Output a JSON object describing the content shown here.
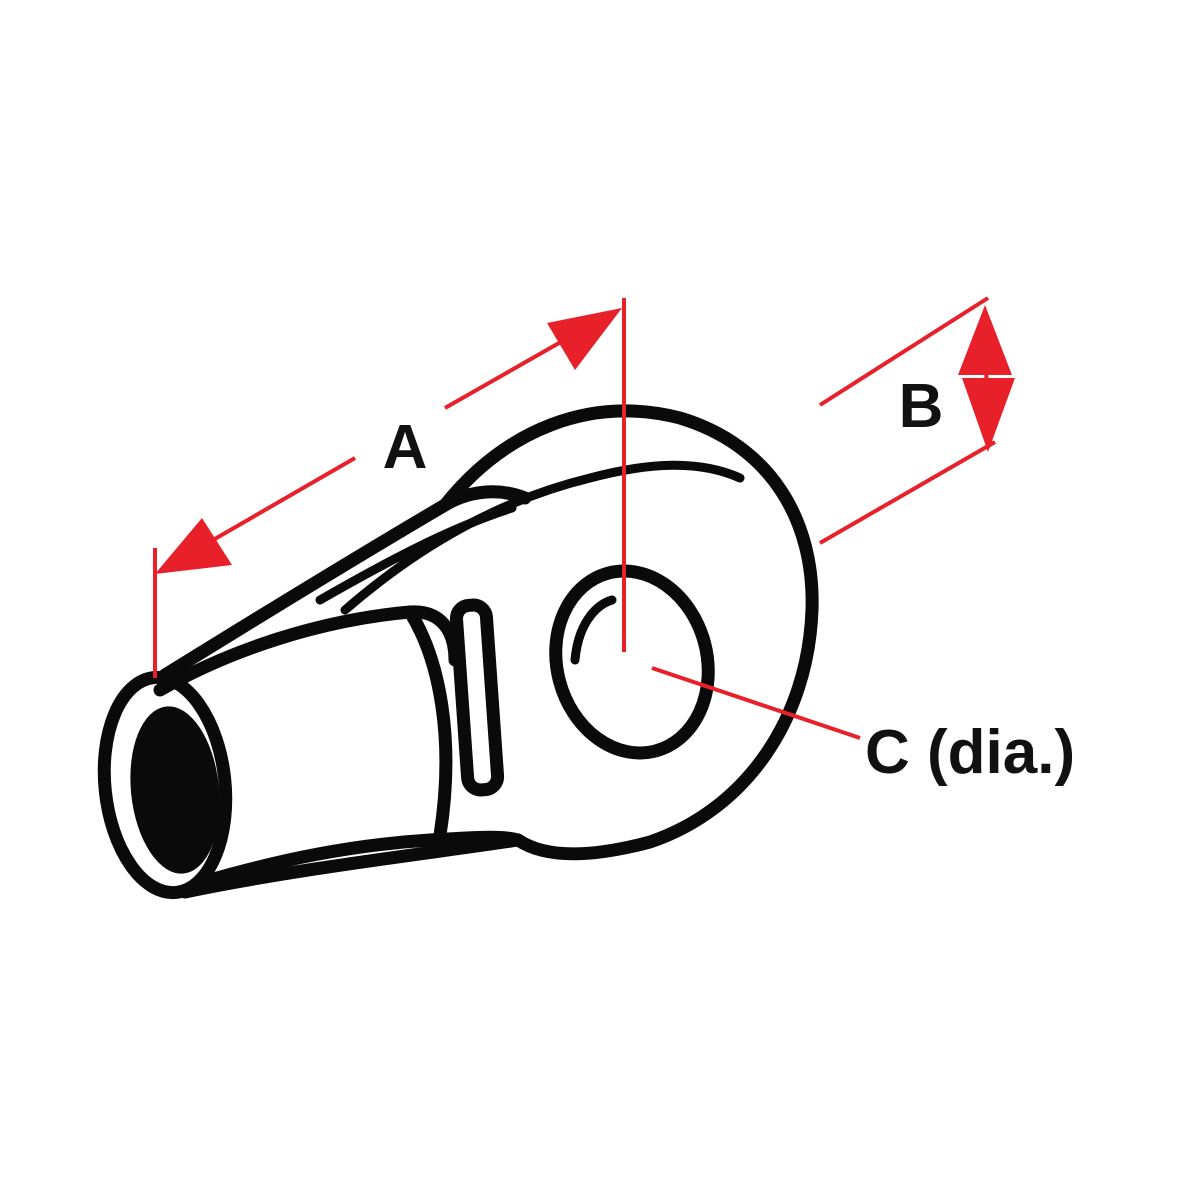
{
  "diagram": {
    "labels": {
      "a": "A",
      "b": "B",
      "c": "C (dia.)"
    },
    "colors": {
      "dimension": "#e8202a",
      "outline": "#0a0a0a",
      "background": "#ffffff"
    }
  }
}
